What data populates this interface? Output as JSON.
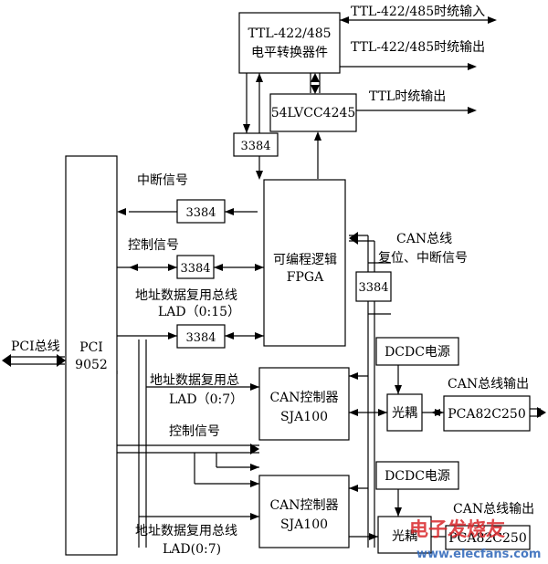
{
  "blocks": {
    "pci_9052": {
      "line1": "PCI",
      "line2": "9052"
    },
    "fpga": {
      "line1": "可编程逻辑",
      "line2": "FPGA"
    },
    "ttl_converter": {
      "line1": "TTL-422/485",
      "line2": "电平转换器件"
    },
    "lvcc": {
      "label": "54LVCC4245"
    },
    "buf_top": {
      "label": "3384"
    },
    "buf_int": {
      "label": "3384"
    },
    "buf_ctrl": {
      "label": "3384"
    },
    "buf_lad": {
      "label": "3384"
    },
    "buf_can": {
      "label": "3384"
    },
    "can_ctrl_1": {
      "line1": "CAN控制器",
      "line2": "SJA100"
    },
    "can_ctrl_2": {
      "line1": "CAN控制器",
      "line2": "SJA100"
    },
    "dcdc_1": {
      "label": "DCDC电源"
    },
    "dcdc_2": {
      "label": "DCDC电源"
    },
    "opto_1": {
      "label": "光耦"
    },
    "opto_2": {
      "label": "光耦"
    },
    "transceiver_1": {
      "label": "PCA82C250"
    },
    "transceiver_2": {
      "label": "PCA82C250"
    }
  },
  "labels": {
    "ttl_in": "TTL-422/485时统输入",
    "ttl_out": "TTL-422/485时统输出",
    "ttl_clock_out": "TTL时统输出",
    "interrupt_signal": "中断信号",
    "control_signal_1": "控制信号",
    "lad_bus_1_line1": "地址数据复用总线",
    "lad_bus_1_line2": "LAD（0:15）",
    "pci_bus": "PCI总线",
    "can_bus_line1": "CAN总线",
    "can_bus_line2": "复位、中断信号",
    "lad_bus_2_line1": "地址数据复用总",
    "lad_bus_2_line2": "LAD（0:7）",
    "control_signal_2": "控制信号",
    "can_out_1": "CAN总线输出",
    "can_out_2": "CAN总线输出",
    "lad_bus_3_line1": "地址数据复用总线",
    "lad_bus_3_line2": "LAD(0:7)"
  },
  "watermark": {
    "line1": "电子发烧友",
    "line2": "www.elecfans.com"
  },
  "colors": {
    "line": "#000000",
    "watermark_red": "#d9262a",
    "watermark_blue": "#2a63b8"
  }
}
